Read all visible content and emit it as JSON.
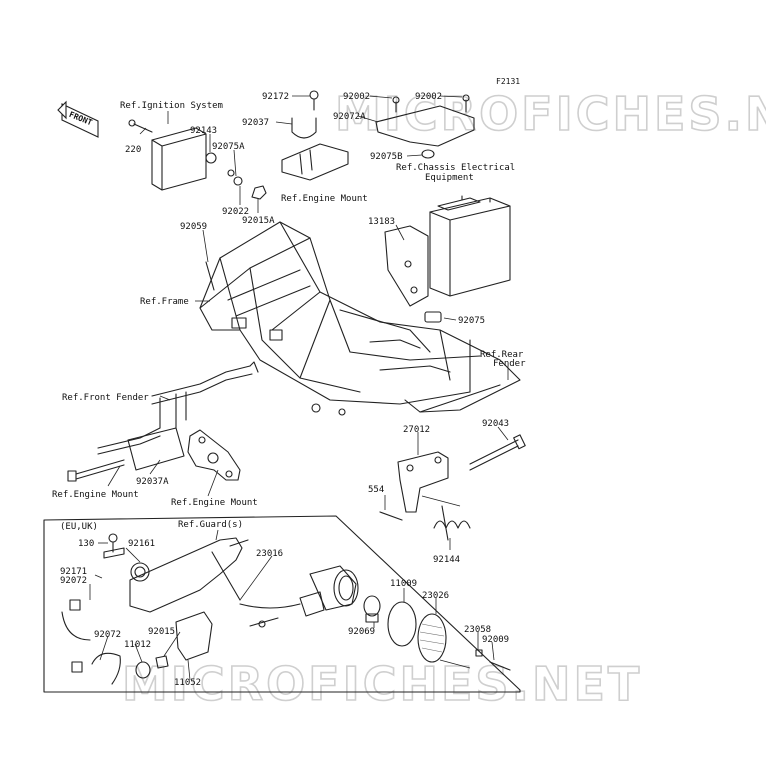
{
  "watermark": "MICROFICHES.NET",
  "figure_code": "F2131",
  "front_arrow": "FRONT",
  "region_label": "(EU,UK)",
  "ref_labels": {
    "ignition": "Ref.Ignition System",
    "engine_mount_top": "Ref.Engine Mount",
    "chassis_1": "Ref.Chassis Electrical",
    "chassis_2": "Equipment",
    "frame": "Ref.Frame",
    "rear_fender_1": "Ref.Rear",
    "rear_fender_2": "Fender",
    "front_fender": "Ref.Front Fender",
    "engine_mount_left": "Ref.Engine Mount",
    "engine_mount_mid": "Ref.Engine Mount",
    "guard": "Ref.Guard(s)"
  },
  "parts": {
    "p92172": "92172",
    "p92002a": "92002",
    "p92002b": "92002",
    "p92037": "92037",
    "p92072A": "92072A",
    "p92143": "92143",
    "p92075A": "92075A",
    "p220": "220",
    "p92075B": "92075B",
    "p92022": "92022",
    "p92015A": "92015A",
    "p13183": "13183",
    "p92059": "92059",
    "p92075": "92075",
    "p27012": "27012",
    "p92043": "92043",
    "p92037A": "92037A",
    "p554": "554",
    "p92144": "92144",
    "p130": "130",
    "p92161": "92161",
    "p23016": "23016",
    "p92171": "92171",
    "p92072a": "92072",
    "p11009": "11009",
    "p23026": "23026",
    "p92015": "92015",
    "p92069": "92069",
    "p23058": "23058",
    "p11012": "11012",
    "p92072b": "92072",
    "p92009": "92009",
    "p11052": "11052"
  }
}
